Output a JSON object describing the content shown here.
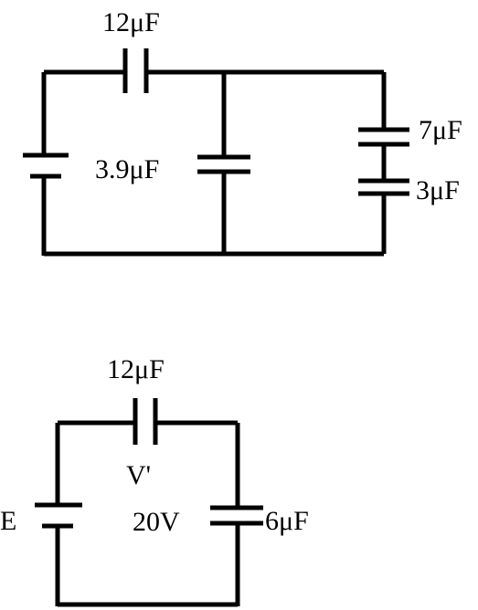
{
  "circuit_top": {
    "labels": {
      "c_series": "12μF",
      "c_middle": "3.9μF",
      "c_upper_right": "7μF",
      "c_lower_right": "3μF"
    }
  },
  "circuit_bottom": {
    "labels": {
      "c_series": "12μF",
      "voltage_prime": "V'",
      "emf": "E",
      "voltage_right": "20V",
      "c_right": "6μF"
    }
  },
  "colors": {
    "wire": "#000000",
    "text": "#000000",
    "background": "#ffffff"
  }
}
